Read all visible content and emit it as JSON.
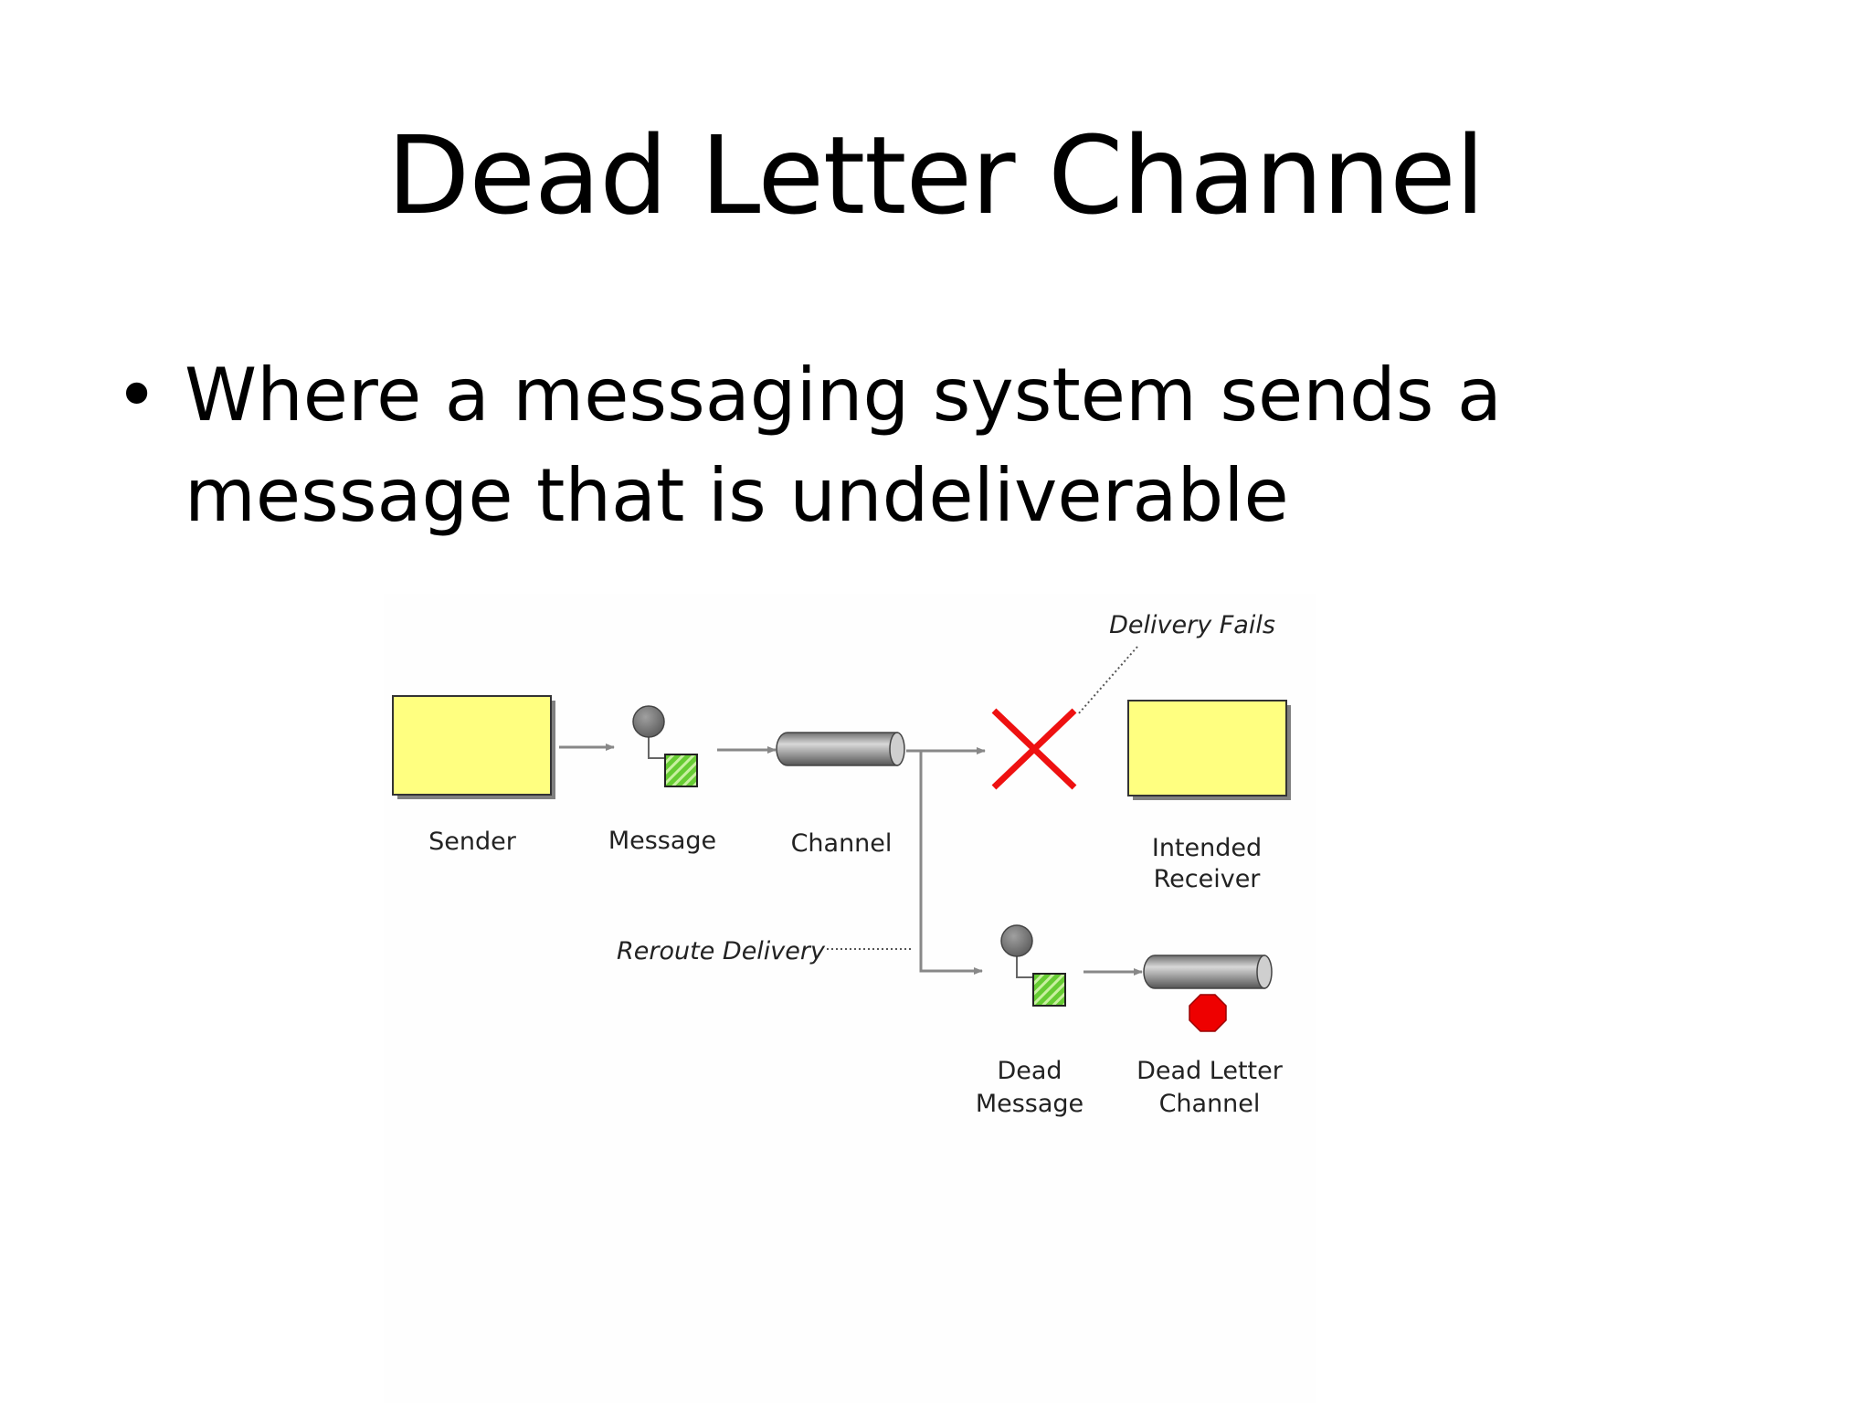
{
  "slide": {
    "title": "Dead Letter Channel",
    "bullets": [
      "Where a messaging system sends a message that is undeliverable"
    ]
  },
  "diagram": {
    "labels": {
      "sender": "Sender",
      "message": "Message",
      "channel": "Channel",
      "intended_receiver_line1": "Intended",
      "intended_receiver_line2": "Receiver",
      "dead_message_line1": "Dead",
      "dead_message_line2": "Message",
      "dlc_line1": "Dead Letter",
      "dlc_line2": "Channel"
    },
    "annotations": {
      "delivery_fails": "Delivery Fails",
      "reroute_delivery": "Reroute Delivery"
    },
    "colors": {
      "endpoint_fill": "#ffff80",
      "message_body": "#66cc33",
      "message_head": "#808080",
      "channel_fill": "#9a9a9a",
      "failure_x": "#ee1111",
      "stop_sign": "#ee0000",
      "connector": "#888888"
    }
  }
}
